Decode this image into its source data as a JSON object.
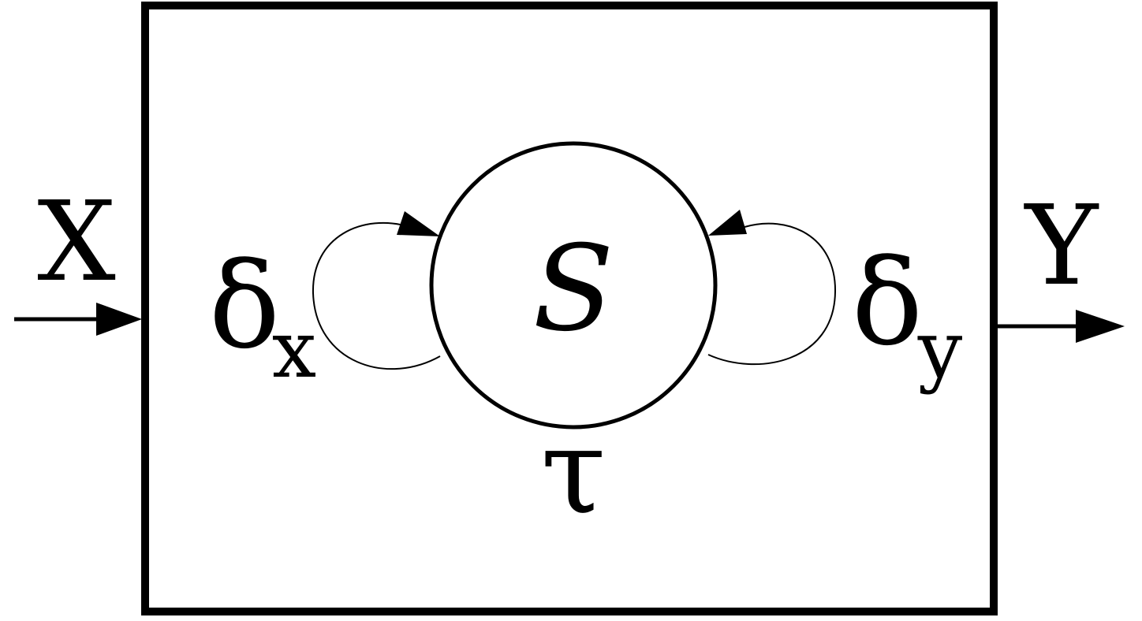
{
  "labels": {
    "input": "X",
    "output": "Y",
    "state": "S",
    "delta": "δ",
    "delta_x_sub": "x",
    "delta_y_sub": "y",
    "tau": "τ"
  },
  "colors": {
    "ink": "#000000",
    "background": "#ffffff"
  }
}
